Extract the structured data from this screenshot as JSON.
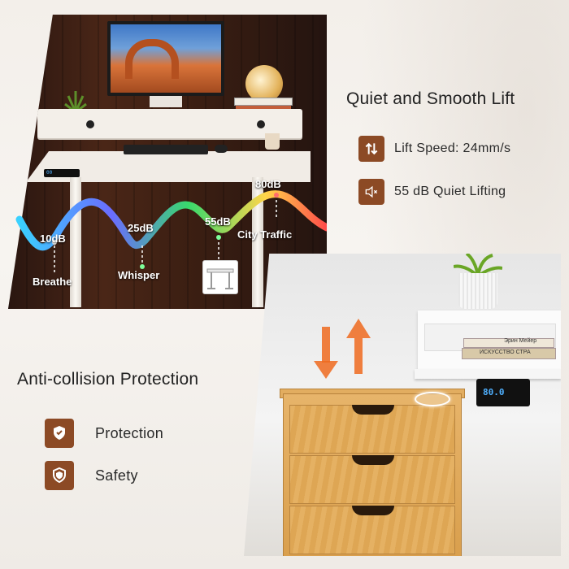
{
  "noise_scene": {
    "levels": [
      {
        "db": "10dB",
        "label": "Breathe"
      },
      {
        "db": "25dB",
        "label": "Whisper"
      },
      {
        "db": "55dB",
        "label": ""
      },
      {
        "db": "80dB",
        "label": "City Traffic"
      }
    ],
    "wave_colors": [
      "#3ad1ff",
      "#6a6cff",
      "#38d96b",
      "#ffd54a",
      "#ff4a4a"
    ],
    "control_digits": "00"
  },
  "lift_section": {
    "heading": "Quiet and Smooth Lift",
    "features": [
      {
        "icon": "up-down-arrows-icon",
        "text": "Lift Speed: 24mm/s"
      },
      {
        "icon": "mute-speaker-icon",
        "text": "55 dB Quiet Lifting"
      }
    ]
  },
  "collision_section": {
    "heading": "Anti-collision Protection",
    "features": [
      {
        "icon": "hand-shield-icon",
        "text": "Protection"
      },
      {
        "icon": "shield-check-icon",
        "text": "Safety"
      }
    ]
  },
  "cabinet_scene": {
    "panel_digits": "80.0",
    "book_titles": [
      "Эрин Мейер",
      "ИСКУССТВО СТРА"
    ],
    "arrow_colors": {
      "down": "#ef6a1f",
      "up": "#ef6a1f"
    }
  },
  "accent_color": "#8c4a25"
}
